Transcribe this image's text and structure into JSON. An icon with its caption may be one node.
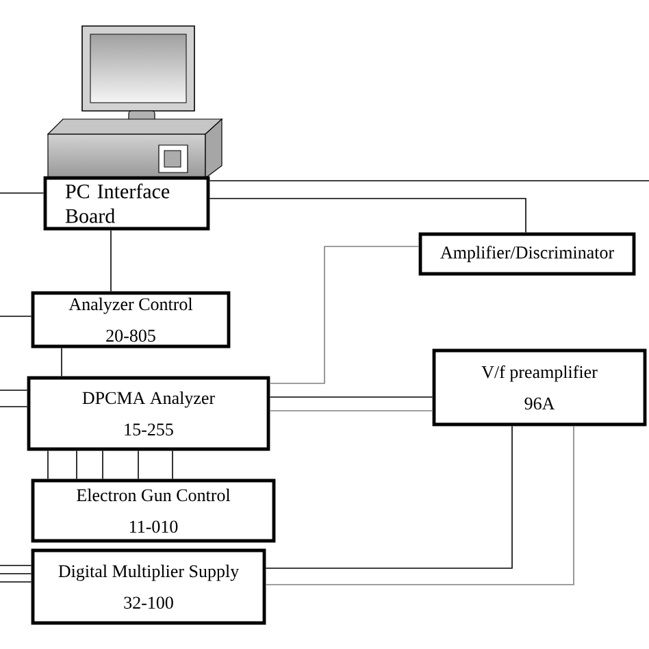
{
  "diagram": {
    "nodes": [
      {
        "text": [
          "PC Interface Board"
        ]
      },
      {
        "text": [
          "Amplifier/Discriminator"
        ]
      },
      {
        "text": [
          "Analyzer Control",
          "20-805"
        ]
      },
      {
        "text": [
          "DPCMA Analyzer",
          "15-255"
        ]
      },
      {
        "text": [
          "V/f preamplifier",
          "96A"
        ]
      },
      {
        "text": [
          "Electron Gun Control",
          "11-010"
        ]
      },
      {
        "text": [
          "Digital Multiplier Supply",
          "32-100"
        ]
      }
    ],
    "edges": [
      {
        "from": 0,
        "to": null,
        "arrow": "none"
      },
      {
        "from": 0,
        "to": null,
        "arrow": "none"
      },
      {
        "from": 0,
        "to": 1,
        "arrow": "none"
      },
      {
        "from": 0,
        "to": 2,
        "arrow": "none"
      },
      {
        "from": 2,
        "to": null,
        "arrow": "none"
      },
      {
        "from": 1,
        "to": 3,
        "arrow": "none",
        "color": "#7f7f7f"
      },
      {
        "from": 2,
        "to": 3,
        "arrow": "none"
      },
      {
        "from": 3,
        "to": null,
        "arrow": "none"
      },
      {
        "from": 3,
        "to": null,
        "arrow": "none"
      },
      {
        "from": 3,
        "to": 4,
        "arrow": "none"
      },
      {
        "from": 3,
        "to": 4,
        "arrow": "none",
        "color": "#7f7f7f"
      },
      {
        "from": 3,
        "to": 5,
        "arrow": "none"
      },
      {
        "from": 3,
        "to": 5,
        "arrow": "none"
      },
      {
        "from": 3,
        "to": 5,
        "arrow": "none"
      },
      {
        "from": 3,
        "to": 5,
        "arrow": "none"
      },
      {
        "from": 3,
        "to": 5,
        "arrow": "none"
      },
      {
        "from": 6,
        "to": null,
        "arrow": "none"
      },
      {
        "from": 6,
        "to": null,
        "arrow": "none"
      },
      {
        "from": 6,
        "to": null,
        "arrow": "none"
      },
      {
        "from": 6,
        "to": 4,
        "arrow": "none"
      },
      {
        "from": 6,
        "to": 4,
        "arrow": "none",
        "color": "#7f7f7f"
      }
    ]
  }
}
